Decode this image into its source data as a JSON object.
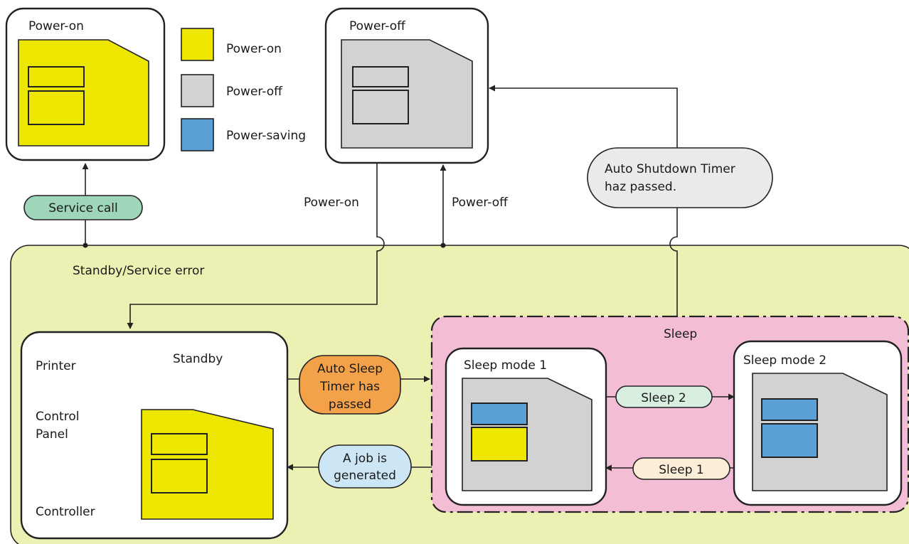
{
  "colors": {
    "power_on": "#EDE600",
    "power_off": "#D2D2D2",
    "power_saving": "#5AA1D8",
    "standby_region": "#EDF0B3",
    "sleep_region": "#F3BDD6",
    "service_call_pill": "#9FD6B9",
    "auto_shutdown_pill": "#EAEAEA",
    "auto_sleep_pill": "#F3A24A",
    "job_generated_pill": "#CDE6F6",
    "sleep2_pill": "#D8EFDF",
    "sleep1_pill": "#FCEDD6"
  },
  "boxes": {
    "power_on_title": "Power-on",
    "power_off_title": "Power-off",
    "standby_title": "Standby",
    "sleep_mode1_title": "Sleep mode 1",
    "sleep_mode2_title": "Sleep mode 2"
  },
  "legend": [
    {
      "label": "Power-on",
      "color": "#EDE600"
    },
    {
      "label": "Power-off",
      "color": "#D2D2D2"
    },
    {
      "label": "Power-saving",
      "color": "#5AA1D8"
    }
  ],
  "regions": {
    "standby_service_error": "Standby/Service error",
    "sleep": "Sleep"
  },
  "transitions": {
    "service_call": "Service call",
    "power_on_label": "Power-on",
    "power_off_label": "Power-off",
    "auto_shutdown": [
      "Auto Shutdown Timer",
      "haz passed."
    ],
    "auto_sleep": [
      "Auto Sleep",
      "Timer has",
      "passed"
    ],
    "job_generated": [
      "A job is",
      "generated"
    ],
    "sleep2": "Sleep 2",
    "sleep1": "Sleep 1"
  },
  "callouts": {
    "printer": "Printer",
    "control_panel": [
      "Control",
      "Panel"
    ],
    "controller": "Controller"
  }
}
